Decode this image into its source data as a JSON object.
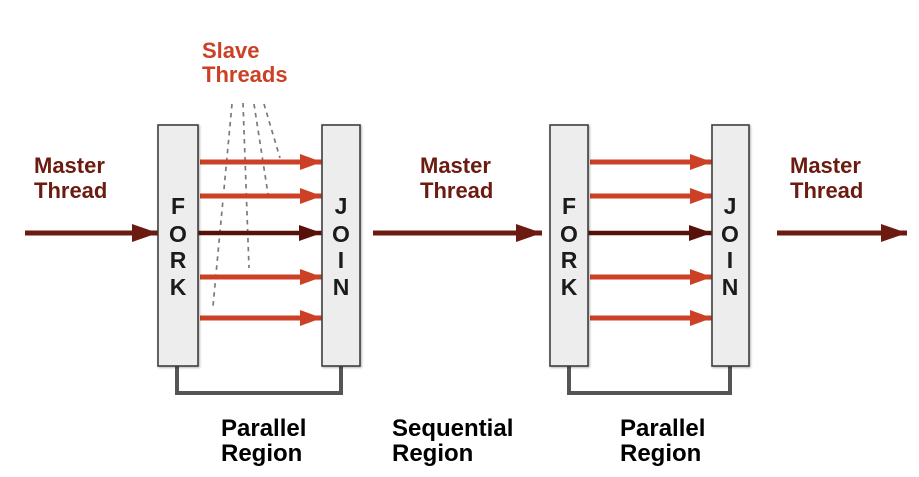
{
  "colors": {
    "master": "#6B1B10",
    "master_dark": "#581109",
    "slave": "#CC4125",
    "bar_fill": "#EDEDED",
    "bracket": "#555555",
    "dashed_line": "#7A7A7A",
    "region_text": "#000000",
    "bar_letter": "#1B1B1B"
  },
  "slave_threads_label": {
    "line1": "Slave",
    "line2": "Threads"
  },
  "master_thread_labels": [
    {
      "line1": "Master",
      "line2": "Thread"
    },
    {
      "line1": "Master",
      "line2": "Thread"
    },
    {
      "line1": "Master",
      "line2": "Thread"
    }
  ],
  "region_labels": [
    {
      "line1": "Parallel",
      "line2": "Region"
    },
    {
      "line1": "Sequential",
      "line2": "Region"
    },
    {
      "line1": "Parallel",
      "line2": "Region"
    }
  ],
  "bars": {
    "fork_letters": [
      "F",
      "O",
      "R",
      "K"
    ],
    "join_letters": [
      "J",
      "O",
      "I",
      "N"
    ]
  }
}
